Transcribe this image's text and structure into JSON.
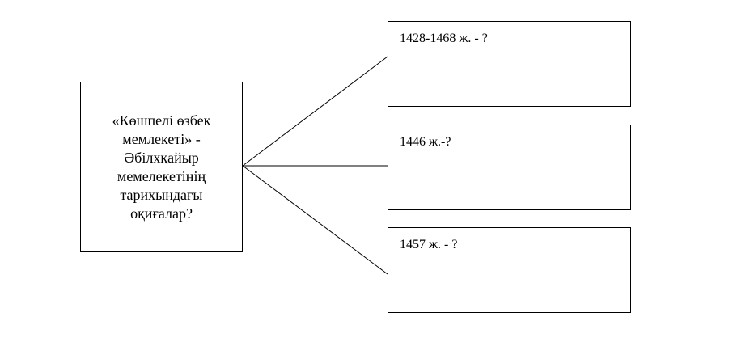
{
  "diagram": {
    "center": {
      "text": "«Көшпелі өзбек\nмемлекеті» -\nӘбілхқайыр\nмемелекетінің\nтарихындағы\nоқиғалар?"
    },
    "items": [
      {
        "label": "1428-1468 ж. - ?"
      },
      {
        "label": "1446 ж.-?"
      },
      {
        "label": "1457 ж. - ?"
      }
    ],
    "colors": {
      "line": "#000000",
      "background": "#ffffff"
    }
  }
}
